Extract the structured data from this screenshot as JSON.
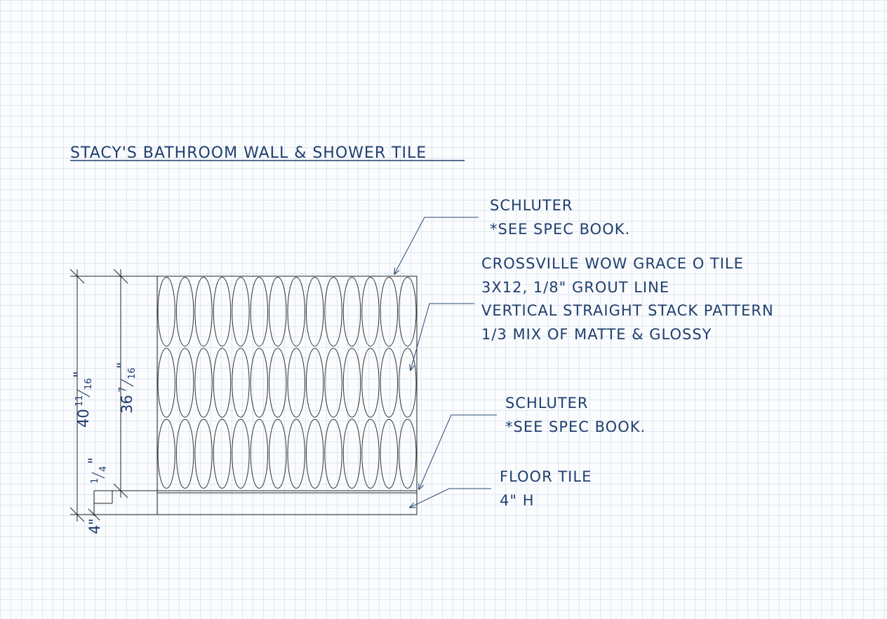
{
  "drawing": {
    "title": "STACY'S BATHROOM WALL & SHOWER TILE",
    "tile_grid": {
      "columns": 14,
      "rows": 3
    }
  },
  "callouts": {
    "schluter_top": {
      "line1": "SCHLUTER",
      "line2": "*SEE SPEC BOOK."
    },
    "wall_tile": {
      "line1": "CROSSVILLE WOW GRACE O TILE",
      "line2": "3X12, 1/8\" GROUT LINE",
      "line3": "VERTICAL STRAIGHT STACK PATTERN",
      "line4": "1/3 MIX OF MATTE & GLOSSY"
    },
    "schluter_bottom": {
      "line1": "SCHLUTER",
      "line2": "*SEE SPEC BOOK."
    },
    "floor_tile": {
      "line1": "FLOOR TILE",
      "line2": "4\" H"
    }
  },
  "dimensions": {
    "overall": {
      "whole": "40",
      "numerator": "11",
      "denominator": "16",
      "inch": "\""
    },
    "tile_field": {
      "whole": "36",
      "numerator": "7",
      "denominator": "16",
      "inch": "\""
    },
    "schluter_gap": {
      "numerator": "1",
      "denominator": "4",
      "inch": "\""
    },
    "floor": {
      "whole": "4",
      "inch": "\""
    }
  },
  "colors": {
    "annotation": "#1f3f6e",
    "linework": "#222222",
    "grid": "#dfe6ef"
  }
}
